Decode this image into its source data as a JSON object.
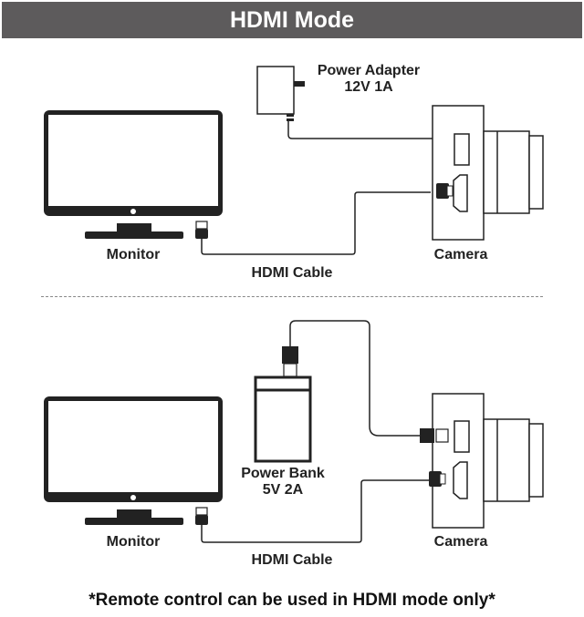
{
  "header": {
    "title": "HDMI Mode"
  },
  "top_section": {
    "power_adapter": {
      "name": "Power Adapter",
      "spec": "12V 1A"
    },
    "monitor_label": "Monitor",
    "camera_label": "Camera",
    "cable_label": "HDMI Cable"
  },
  "bottom_section": {
    "power_bank": {
      "name": "Power Bank",
      "spec": "5V 2A"
    },
    "monitor_label": "Monitor",
    "camera_label": "Camera",
    "cable_label": "HDMI Cable"
  },
  "footer": {
    "note": "*Remote control can be used in HDMI mode only*"
  }
}
